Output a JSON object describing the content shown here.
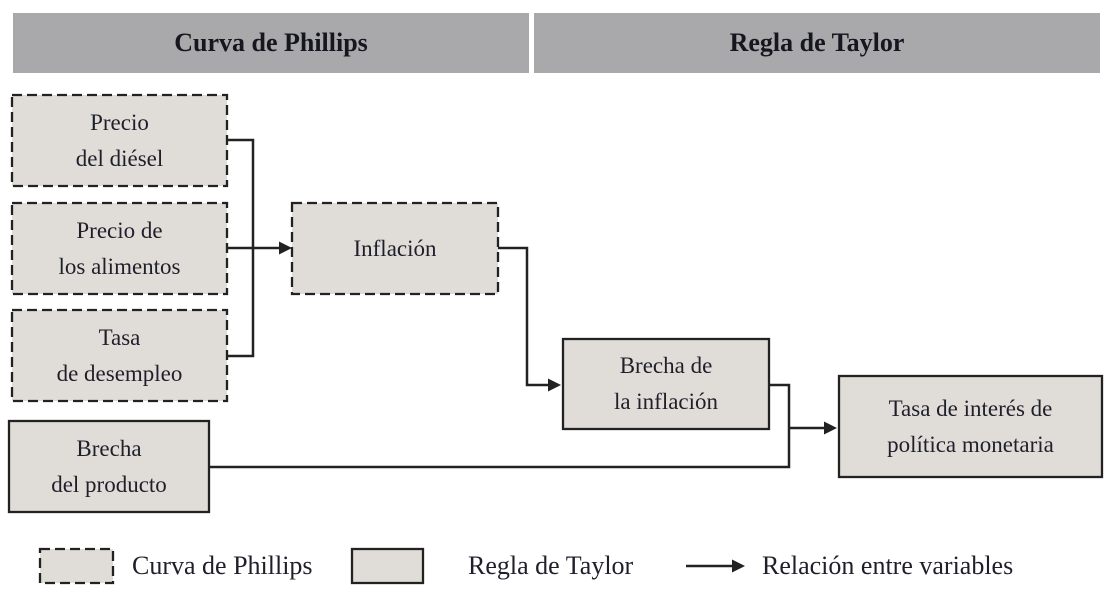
{
  "figure": {
    "columns": {
      "left": "Curva de Phillips",
      "right": "Regla de Taylor"
    },
    "nodes": {
      "precio_diesel": "Precio\ndel diésel",
      "precio_alimentos": "Precio de\nlos alimentos",
      "tasa_desempleo": "Tasa\nde desempleo",
      "brecha_producto": "Brecha\ndel producto",
      "inflacion": "Inflación",
      "brecha_inflacion": "Brecha de\nla inflación",
      "tasa_interes": "Tasa de interés de\npolítica monetaria"
    },
    "edges": [
      {
        "from": "precio_diesel",
        "to": "inflacion"
      },
      {
        "from": "precio_alimentos",
        "to": "inflacion"
      },
      {
        "from": "tasa_desempleo",
        "to": "inflacion"
      },
      {
        "from": "inflacion",
        "to": "brecha_inflacion"
      },
      {
        "from": "brecha_inflacion",
        "to": "tasa_interes"
      },
      {
        "from": "brecha_producto",
        "to": "tasa_interes"
      }
    ],
    "node_groups": {
      "phillips_dashed": [
        "precio_diesel",
        "precio_alimentos",
        "tasa_desempleo",
        "inflacion"
      ],
      "taylor_solid": [
        "brecha_producto",
        "brecha_inflacion",
        "tasa_interes"
      ]
    },
    "legend": {
      "phillips_label": "Curva de Phillips",
      "taylor_label": "Regla de Taylor",
      "arrow_label": "Relación entre variables"
    },
    "colors": {
      "header_bg": "#a9a9ab",
      "node_fill": "#e0ddd8",
      "line": "#222222",
      "text": "#1f1f2b"
    }
  }
}
